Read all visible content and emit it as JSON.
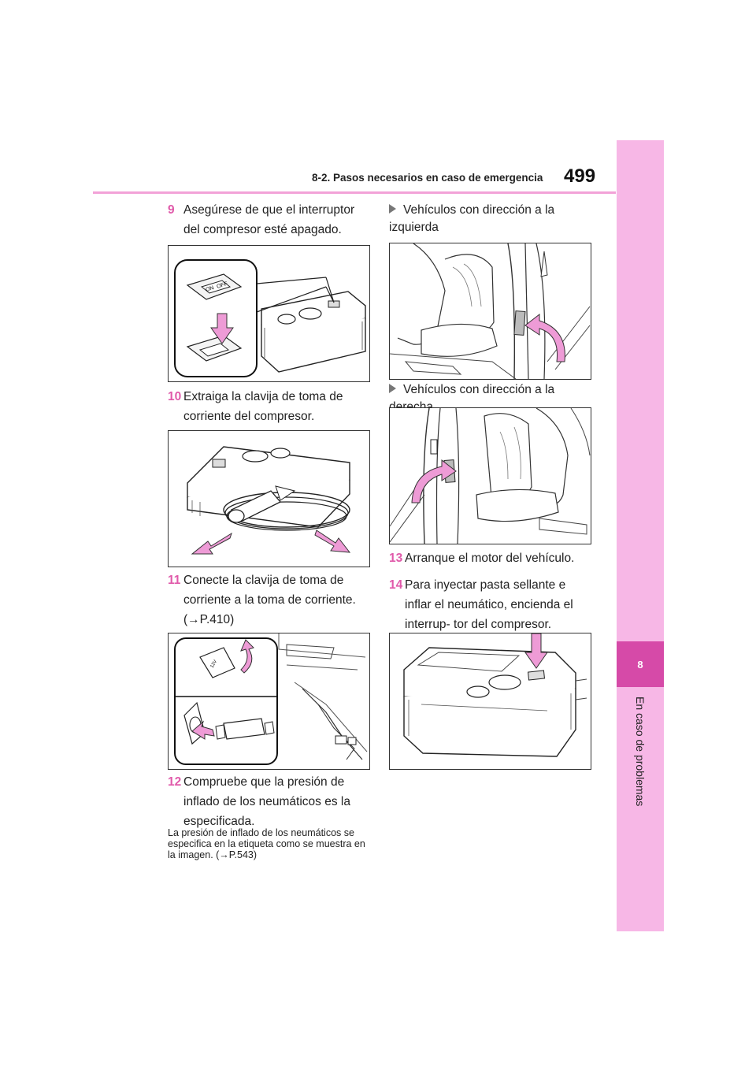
{
  "header": {
    "section": "8-2. Pasos necesarios en caso de emergencia",
    "page_number": "499"
  },
  "side_tab": {
    "chapter_number": "8",
    "chapter_title": "En caso de problemas"
  },
  "steps": [
    {
      "num": "9",
      "text": "Asegúrese de que el interruptor del compresor esté apagado."
    },
    {
      "num": "10",
      "text": "Extraiga la clavija de toma de corriente del compresor."
    },
    {
      "num": "11",
      "text": "Conecte la clavija de toma de corriente a la toma de corriente. (→P.410)"
    },
    {
      "num": "12",
      "text": "Compruebe que la presión de inflado de los neumáticos es la especificada."
    },
    {
      "num": "13",
      "text": "Arranque el motor del vehículo."
    },
    {
      "num": "14",
      "text": "Para inyectar pasta sellante e inflar el neumático, encienda el interrup- tor del compresor."
    }
  ],
  "note": "La presión de inflado de los neumáticos se especifica en la etiqueta como se muestra en la imagen. (→P.543)",
  "bullets": {
    "left_hand": "Vehículos con dirección a la izquierda",
    "right_hand": "Vehículos con dirección a la derecha"
  },
  "figure_labels": {
    "switch_on": "ON",
    "switch_off": "OFF",
    "socket_label": "12V"
  },
  "colors": {
    "accent_pink": "#e05aaa",
    "tab_pink": "#f7b7e6",
    "chapter_box": "#d64aa8",
    "arrow_pink": "#ee9bd6"
  }
}
